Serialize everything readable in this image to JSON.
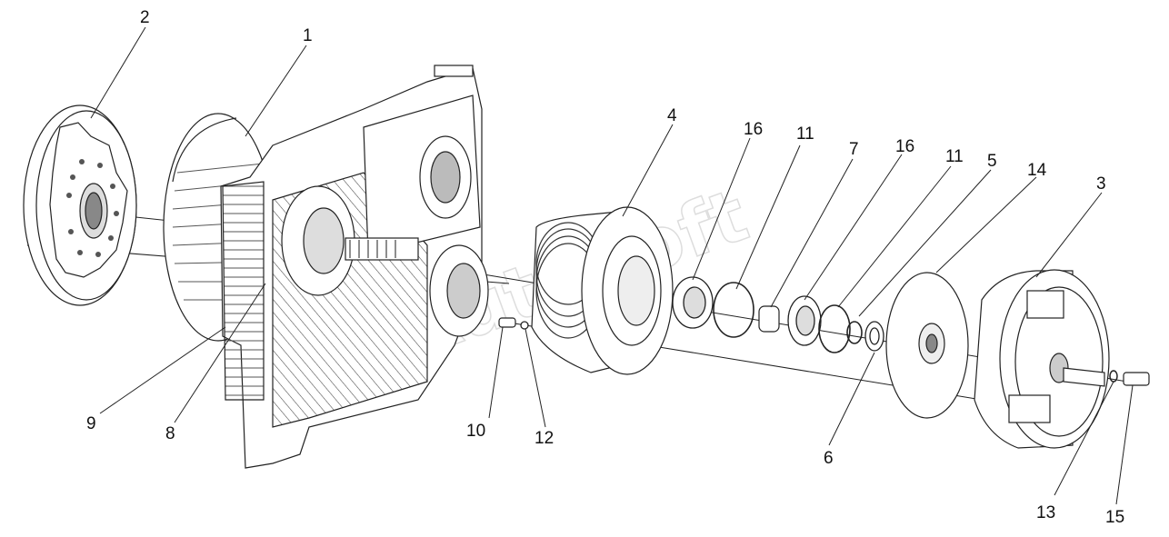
{
  "diagram": {
    "watermark": "AutoSoft",
    "callouts": [
      {
        "id": "c1",
        "label": "1"
      },
      {
        "id": "c2",
        "label": "2"
      },
      {
        "id": "c3",
        "label": "3"
      },
      {
        "id": "c4",
        "label": "4"
      },
      {
        "id": "c5",
        "label": "5"
      },
      {
        "id": "c6",
        "label": "6"
      },
      {
        "id": "c7",
        "label": "7"
      },
      {
        "id": "c8",
        "label": "8"
      },
      {
        "id": "c9",
        "label": "9"
      },
      {
        "id": "c10",
        "label": "10"
      },
      {
        "id": "c11a",
        "label": "11"
      },
      {
        "id": "c11b",
        "label": "11"
      },
      {
        "id": "c12",
        "label": "12"
      },
      {
        "id": "c13",
        "label": "13"
      },
      {
        "id": "c14",
        "label": "14"
      },
      {
        "id": "c15",
        "label": "15"
      },
      {
        "id": "c16a",
        "label": "16"
      },
      {
        "id": "c16b",
        "label": "16"
      }
    ]
  }
}
